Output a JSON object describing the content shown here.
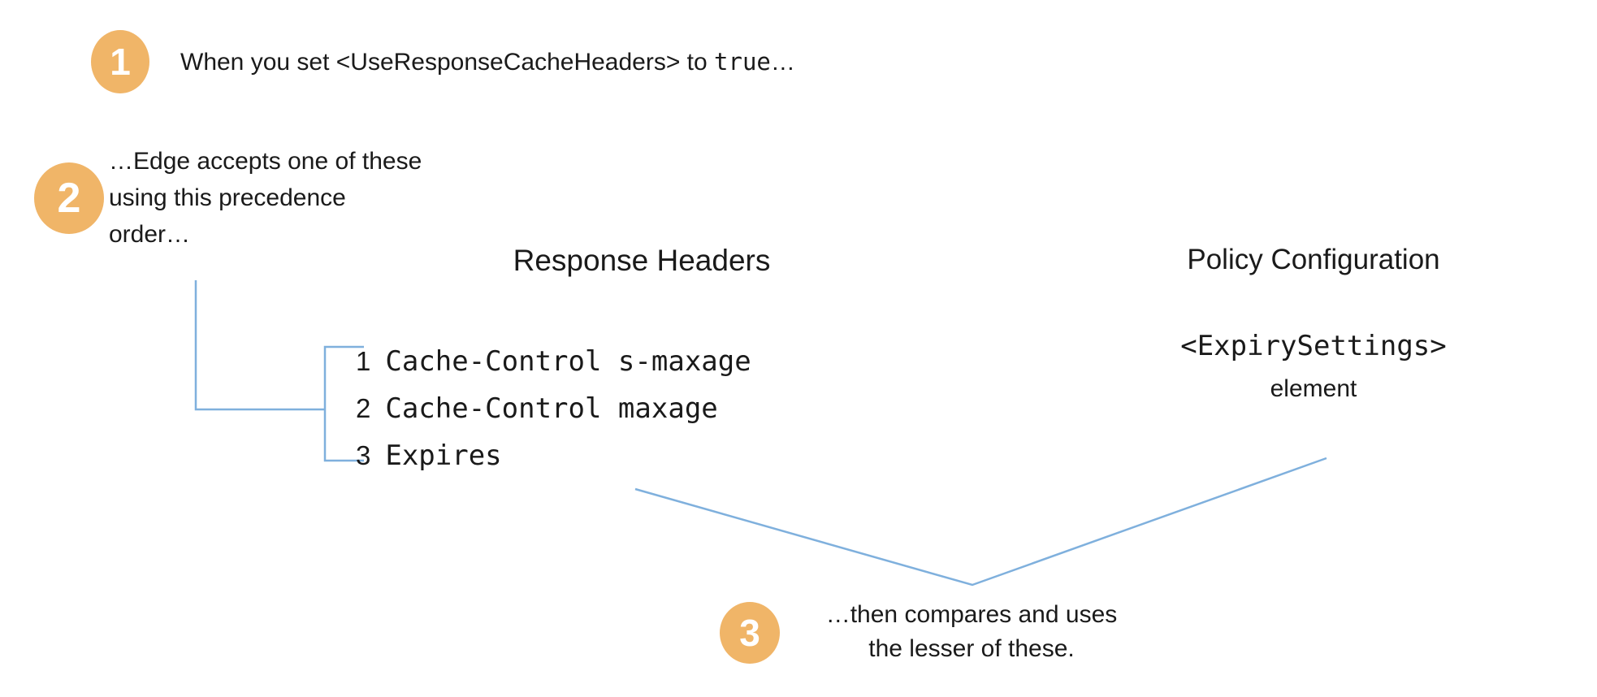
{
  "colors": {
    "badge": "#F0B568",
    "badge_text": "#FFFFFF",
    "connector": "#7FB0DD",
    "text": "#1A1A1A"
  },
  "steps": {
    "step1": {
      "number": "1",
      "text_before": "When you set <UseResponseCacheHeaders> to ",
      "code": "true",
      "text_after": "…"
    },
    "step2": {
      "number": "2",
      "line1": "…Edge accepts one of these",
      "line2": "using this precedence",
      "line3": "order…"
    },
    "step3": {
      "number": "3",
      "line1": "…then compares and uses",
      "line2": "the lesser of these."
    }
  },
  "response_headers": {
    "title": "Response Headers",
    "items": [
      {
        "rank": "1",
        "value": "Cache-Control s-maxage"
      },
      {
        "rank": "2",
        "value": "Cache-Control maxage"
      },
      {
        "rank": "3",
        "value": "Expires"
      }
    ]
  },
  "policy_configuration": {
    "title": "Policy Configuration",
    "code": "<ExpirySettings>",
    "caption": "element"
  }
}
